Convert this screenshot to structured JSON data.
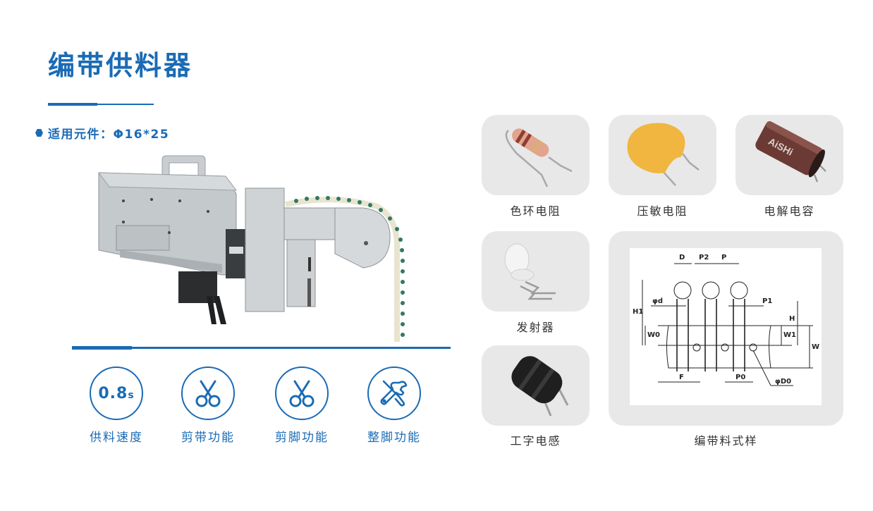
{
  "header": {
    "title": "编带供料器",
    "subtitle": "适用元件：Φ16*25"
  },
  "colors": {
    "brand_blue": "#1a6bb5",
    "card_gray": "#e8e8e8",
    "label_dark": "#333333"
  },
  "features": [
    {
      "value": "0.8",
      "unit": "s",
      "label": "供料速度",
      "icon": "speed-badge"
    },
    {
      "label": "剪带功能",
      "icon": "scissors-icon"
    },
    {
      "label": "剪脚功能",
      "icon": "scissors-icon"
    },
    {
      "label": "整脚功能",
      "icon": "tools-icon"
    }
  ],
  "components": [
    {
      "label": "色环电阻",
      "image": "color-ring-resistor"
    },
    {
      "label": "压敏电阻",
      "image": "varistor"
    },
    {
      "label": "电解电容",
      "image": "electrolytic-capacitor",
      "print": "AiSHi"
    },
    {
      "label": "发射器",
      "image": "emitter-led"
    },
    {
      "label": "工字电感",
      "image": "i-shaped-inductor"
    },
    {
      "label": "编带料式样",
      "image": "taped-component-diagram"
    }
  ],
  "diagram": {
    "labels": [
      "D",
      "P2",
      "P",
      "H1",
      "φd",
      "P1",
      "H",
      "W0",
      "W1",
      "W",
      "F",
      "P0",
      "φD0"
    ]
  }
}
